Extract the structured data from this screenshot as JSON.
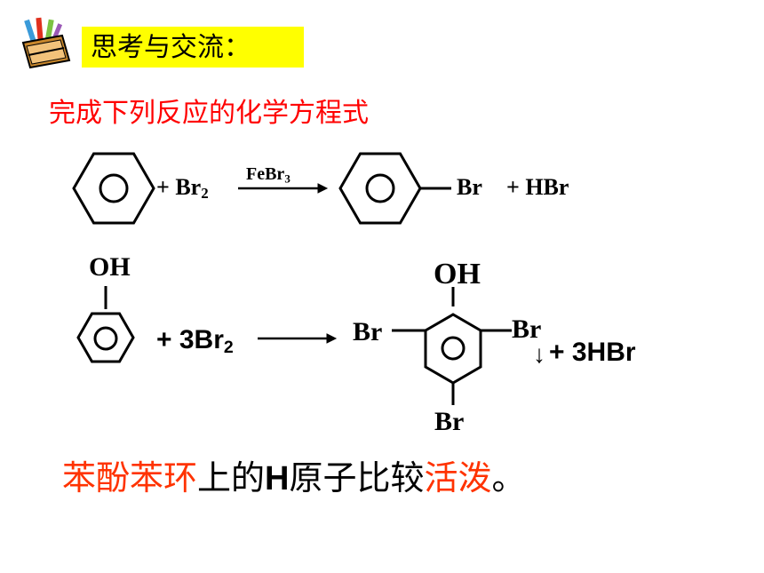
{
  "header": {
    "title": "思考与交流："
  },
  "subtitle": "完成下列反应的化学方程式",
  "reaction1": {
    "reactant_plus": "+ Br",
    "reactant_sub": "2",
    "catalyst": "FeBr",
    "catalyst_sub": "3",
    "product_sub": "Br",
    "byproduct": "+ HBr"
  },
  "reaction2": {
    "reactant_oh": "OH",
    "reactant_plus": "+ 3Br",
    "reactant_sub": "2",
    "product_oh": "OH",
    "product_br_left": "Br",
    "product_br_right": "Br",
    "product_br_bottom": "Br",
    "precipitate": "↓",
    "byproduct": "+ 3HBr"
  },
  "conclusion": {
    "part1": "苯酚苯环",
    "part2": "上的",
    "part3": "H",
    "part4": "原子比较",
    "part5": "活泼",
    "part6": "。"
  },
  "colors": {
    "highlight": "#ffff00",
    "red": "#ff0000",
    "conclusion_red": "#ff3300",
    "text": "#000000"
  },
  "icons": [
    "pencil-cup-icon"
  ]
}
